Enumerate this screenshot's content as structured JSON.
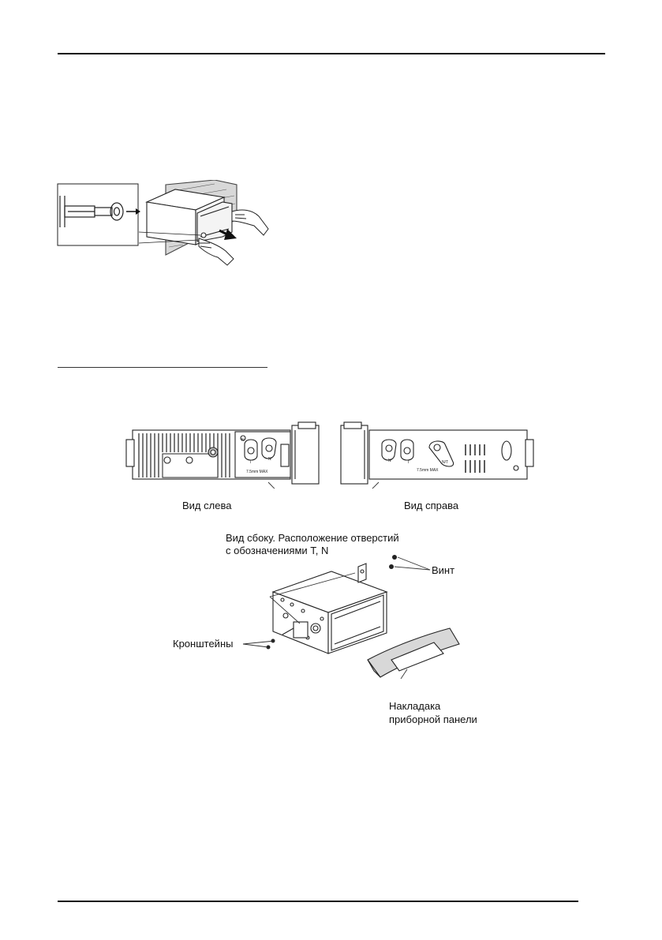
{
  "labels": {
    "left_view": "Вид слева",
    "right_view": "Вид справа",
    "side_view_line1": "Вид сбоку. Расположение отверстий",
    "side_view_line2": "с обозначениями T, N",
    "screw": "Винт",
    "brackets": "Кронштейны",
    "trim_line1": "Накладака",
    "trim_line2": "приборной панели"
  },
  "diagram_marks": {
    "left_n_top": "N",
    "left_t": "T",
    "left_n": "N",
    "left_max": "7.5mm MAX",
    "right_n": "N",
    "right_t": "T",
    "right_nt": "N/T",
    "right_max": "7.5mm MAX"
  }
}
